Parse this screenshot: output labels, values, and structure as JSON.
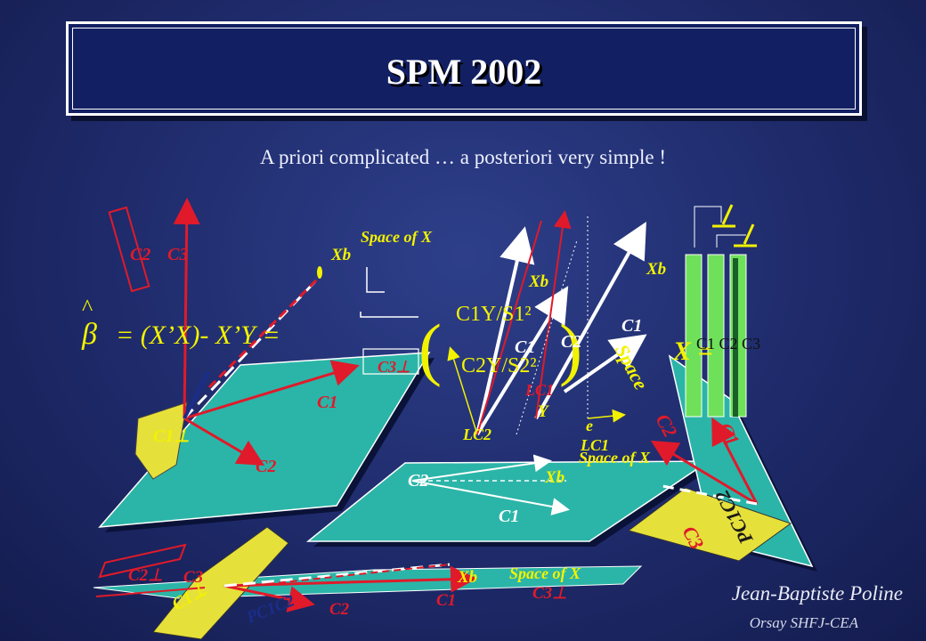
{
  "slide": {
    "title": "SPM 2002",
    "subtitle": "A priori complicated … a posteriori very simple !",
    "author": "Jean-Baptiste Poline",
    "affiliation": "Orsay SHFJ-CEA"
  },
  "labels": {
    "space_of_x": "Space of X",
    "xb": "Xb",
    "c1": "C1",
    "c2": "C2",
    "c3": "C3",
    "c1_perp": "C1⊥",
    "c2_perp": "C2⊥",
    "c3_perp": "C3⊥",
    "y": "Y",
    "e": "e",
    "l_c1": "LC1",
    "l_c2": "LC2",
    "p_c1c2": "PC1C2",
    "x_eq": "X =",
    "c1c2c3": "C1 C2 C3",
    "space_rotated": "Space",
    "beta_hat": "^",
    "beta": "β",
    "formula": "= (X’X)- X’Y =",
    "matrix_row1": "C1Y/S1²",
    "matrix_row2": "C2Y/S2²",
    "paren_left": "(",
    "paren_right": ")"
  },
  "colors": {
    "background": "#1e2a6a",
    "title_box": "#122063",
    "plane_teal": "#2bb5a8",
    "plane_yellow": "#e6e03a",
    "arrow_red": "#e01a2a",
    "label_yellow": "#f2f200",
    "design_green": "#6fe05a"
  }
}
